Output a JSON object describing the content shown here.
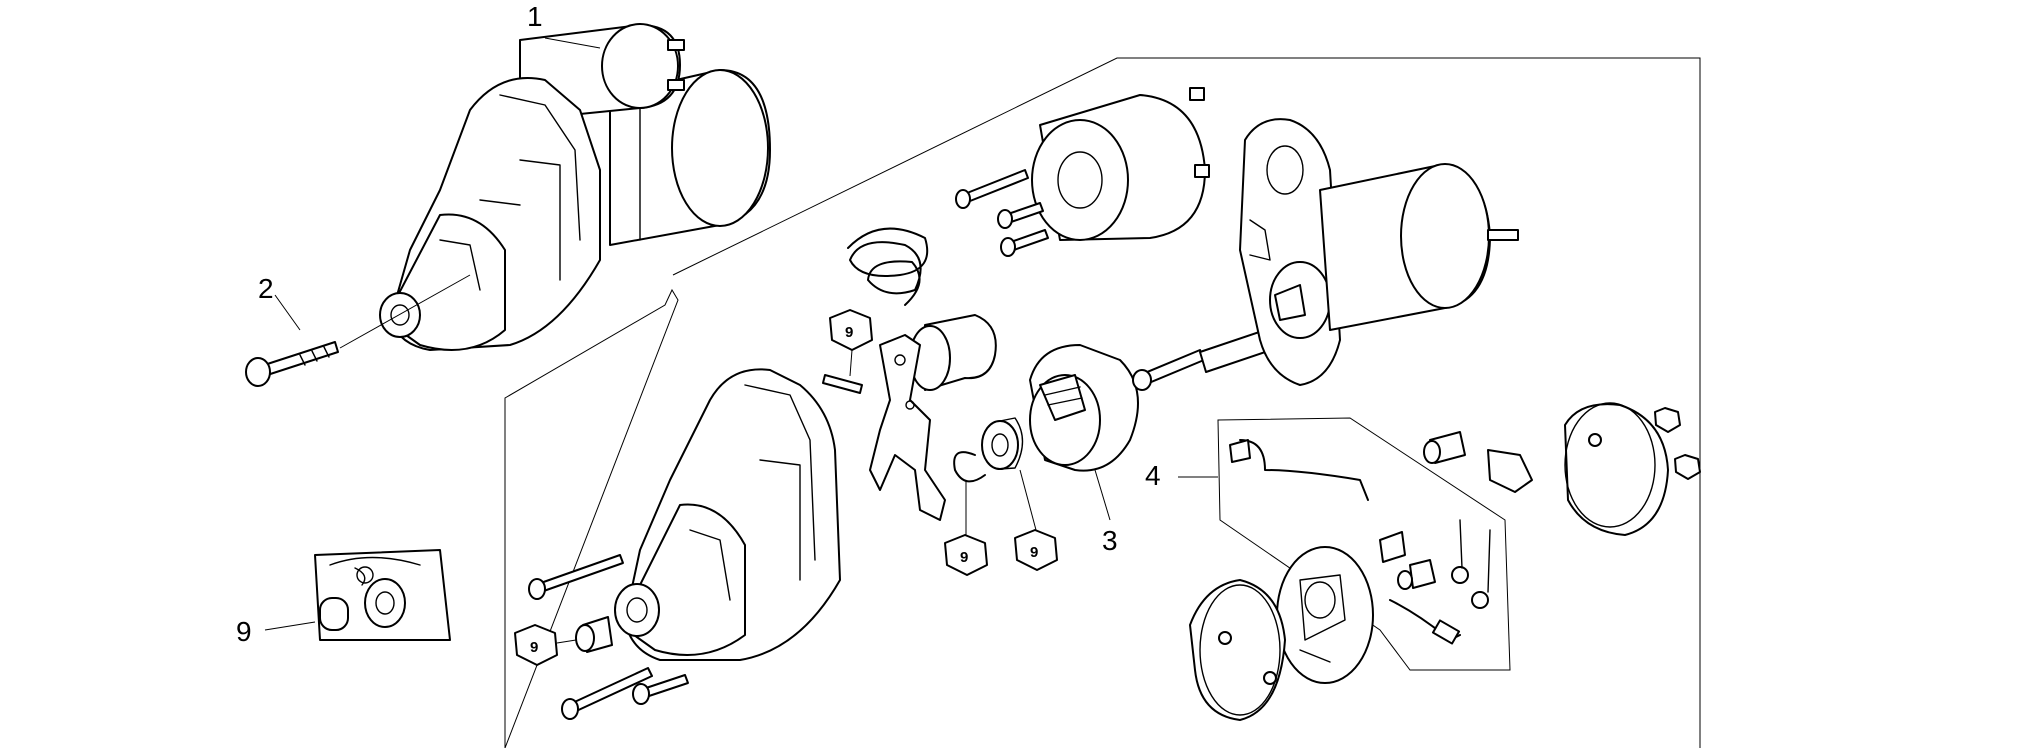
{
  "callouts": {
    "c1": "1",
    "c2": "2",
    "c3": "3",
    "c4": "4",
    "c9_left": "9",
    "c9_bracket": "9",
    "c9_snap": "9",
    "c9_washer": "9",
    "c9_sleeve": "9"
  },
  "colors": {
    "line": "#000000",
    "background": "#ffffff"
  }
}
